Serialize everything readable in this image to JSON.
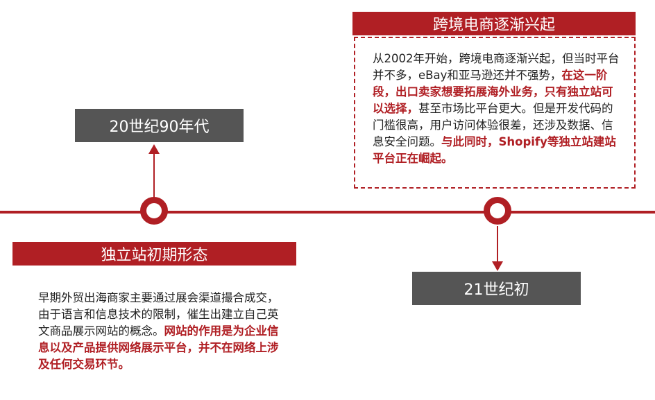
{
  "events": [
    {
      "era": "20世纪90年代",
      "title": "独立站初期形态",
      "text_plain": "早期外贸出海商家主要通过展会渠道撮合成交，由于语言和信息技术的限制，催生出建立自己英文商品展示网站的概念。",
      "text_highlight": "网站的作用是为企业信息以及产品提供网络展示平台，并不在网络上涉及任何交易环节。"
    },
    {
      "era": "21世纪初",
      "title": "跨境电商逐渐兴起",
      "text_plain_1": "从2002年开始，跨境电商逐渐兴起，但当时平台并不多，eBay和亚马逊还并不强势，",
      "text_highlight_1": "在这一阶段，出口卖家想要拓展海外业务，只有独立站可以选择，",
      "text_plain_2": "甚至市场比平台更大。但是开发代码的门槛很高，用户访问体验很差，还涉及数据、信息安全问题。",
      "text_highlight_2": "与此同时，Shopify等独立站建站平台正在崛起。"
    }
  ],
  "colors": {
    "accent": "#b01f24",
    "era_box": "#555555",
    "text": "#222222"
  }
}
